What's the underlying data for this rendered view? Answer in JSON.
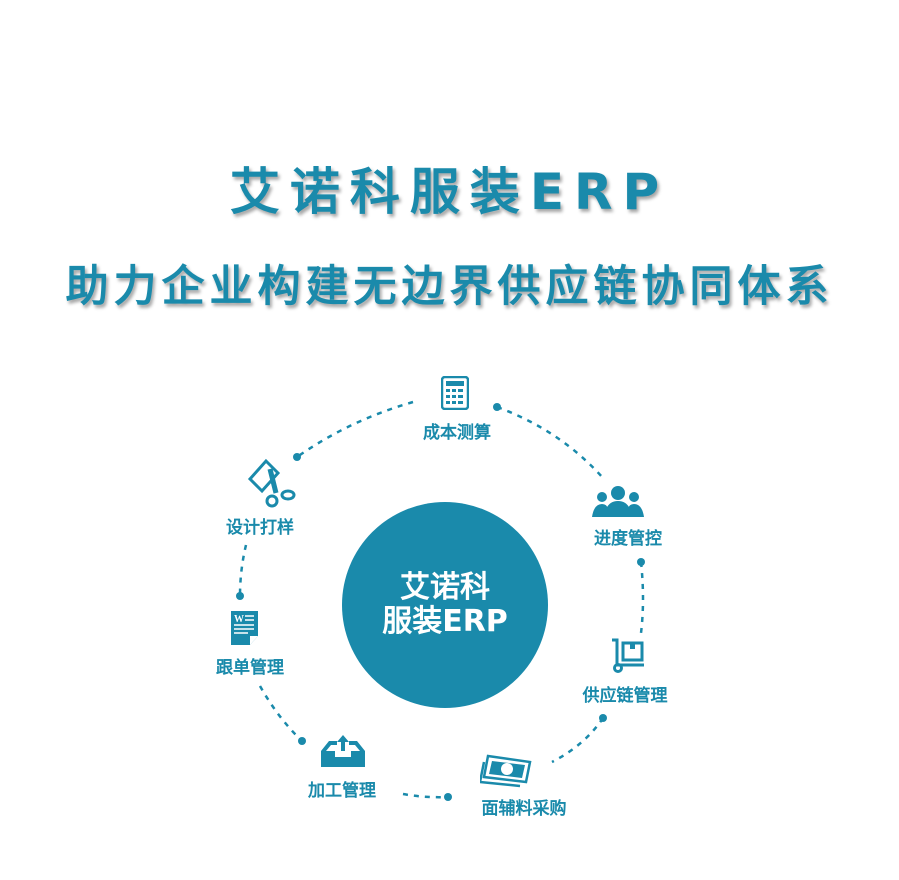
{
  "title": "艾诺科服装ERP",
  "subtitle": "助力企业构建无边界供应链协同体系",
  "center": {
    "line1": "艾诺科",
    "line2": "服装ERP"
  },
  "modules": [
    {
      "label": "成本测算",
      "icon": "calculator-icon"
    },
    {
      "label": "进度管控",
      "icon": "team-icon"
    },
    {
      "label": "供应链管理",
      "icon": "hand-truck-icon"
    },
    {
      "label": "面辅料采购",
      "icon": "money-icon"
    },
    {
      "label": "加工管理",
      "icon": "inbox-icon"
    },
    {
      "label": "跟单管理",
      "icon": "document-icon"
    },
    {
      "label": "设计打样",
      "icon": "tag-scissors-icon"
    }
  ],
  "colors": {
    "accent": "#1a8aab"
  }
}
